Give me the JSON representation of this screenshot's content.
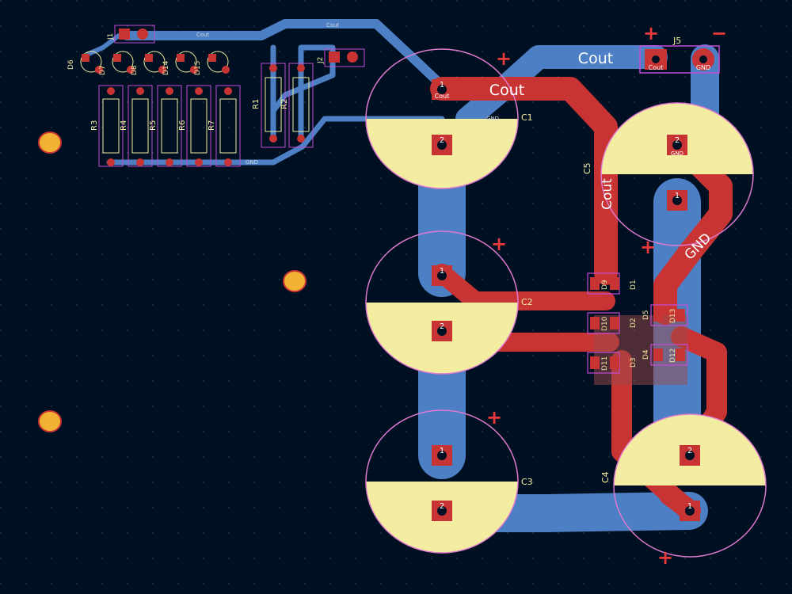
{
  "nets": {
    "cout": "Cout",
    "gnd": "GND",
    "small_cout_a": "Cout",
    "small_cout_b": "Cout",
    "small_gnd_a": "GND",
    "small_gnd_b": "GND",
    "small_gnd_c": "GND",
    "small_gnd_d": "GND"
  },
  "polarity": {
    "plus": "+",
    "minus": "−"
  },
  "refs": {
    "C1": "C1",
    "C2": "C2",
    "C3": "C3",
    "C4": "C4",
    "C5": "C5",
    "J1": "J1",
    "J2": "J2",
    "J5": "J5",
    "R1": "R1",
    "R2": "R2",
    "R3": "R3",
    "R4": "R4",
    "R5": "R5",
    "R6": "R6",
    "R7": "R7",
    "D1": "D1",
    "D2": "D2",
    "D3": "D3",
    "D4": "D4",
    "D5": "D5",
    "D6": "D6",
    "D7": "D7",
    "D8": "D8",
    "D9": "D9",
    "D10": "D10",
    "D11": "D11",
    "D12": "D12",
    "D13": "D13",
    "D14": "D14",
    "D15": "D15"
  },
  "pins": {
    "p1": "1",
    "p2": "2"
  },
  "colors": {
    "background": "#001023",
    "front_copper": "#c83434",
    "back_copper": "#4d7fc4",
    "silkscreen": "#f2eda1",
    "courtyard": "#c24cd6",
    "mounting_hole": "#f2b233"
  }
}
